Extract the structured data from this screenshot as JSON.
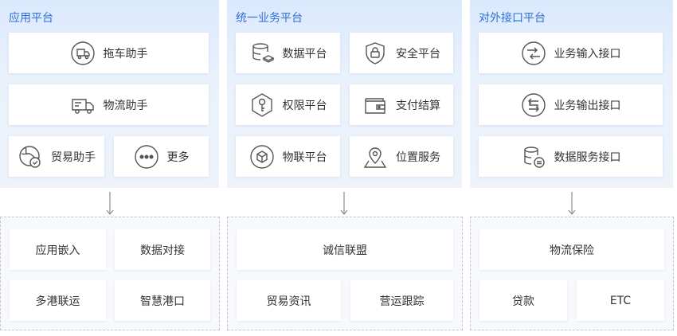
{
  "panels": [
    {
      "title": "应用平台",
      "items": [
        "拖车助手",
        "物流助手",
        "贸易助手",
        "更多"
      ]
    },
    {
      "title": "统一业务平台",
      "items": [
        "数据平台",
        "安全平台",
        "权限平台",
        "支付结算",
        "物联平台",
        "位置服务"
      ]
    },
    {
      "title": "对外接口平台",
      "items": [
        "业务输入接口",
        "业务输出接口",
        "数据服务接口"
      ]
    }
  ],
  "lower": [
    {
      "items": [
        "应用嵌入",
        "数据对接",
        "多港联运",
        "智慧港口"
      ]
    },
    {
      "items": [
        "诚信联盟",
        "贸易资讯",
        "营运跟踪"
      ]
    },
    {
      "items": [
        "物流保险",
        "贷款",
        "ETC"
      ]
    }
  ],
  "colors": {
    "title": "#2f6fd6",
    "icon": "#555555",
    "panel": "#e4eefc"
  }
}
